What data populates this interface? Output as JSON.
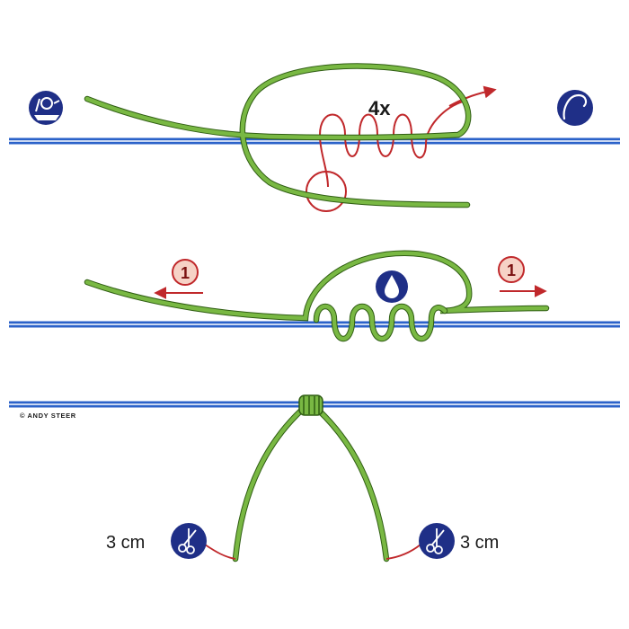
{
  "labels": {
    "wraps": "4x",
    "copyright": "© ANDY STEER",
    "trim_left": "3 cm",
    "trim_right": "3 cm",
    "step_left": "1",
    "step_right": "1"
  },
  "icons": {
    "reel": "fishing-reel-icon",
    "hook": "fishing-hook-icon",
    "moisten": "water-drop-icon",
    "trim_left": "scissors-icon",
    "trim_right": "scissors-icon"
  },
  "colors": {
    "main_line": "#2b62c9",
    "tag_line": "#79b843",
    "tag_outline": "#2f5d13",
    "wrap_path": "#c0282b",
    "icon_fill": "#1f2f87",
    "step_badge_fill": "#f6d2c6",
    "step_badge_ring": "#c0282b"
  }
}
